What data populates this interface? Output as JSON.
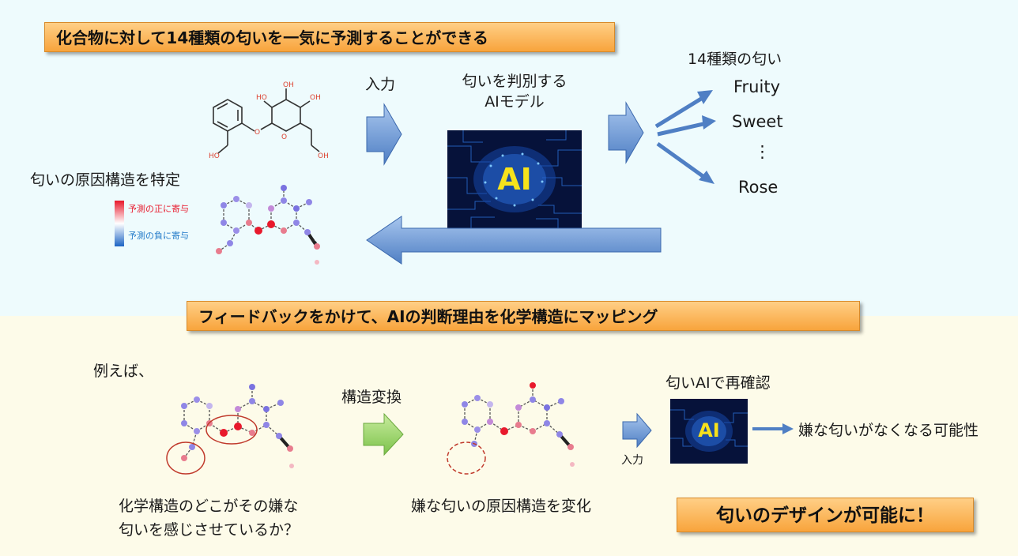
{
  "top": {
    "banner": "化合物に対して14種類の匂いを一気に予測することができる",
    "input_label": "入力",
    "model_label_line1": "匂いを判別する",
    "model_label_line2": "AIモデル",
    "ai_text": "AI",
    "odor_header": "14種類の匂い",
    "odors": [
      "Fruity",
      "Sweet",
      "⋮",
      "Rose"
    ],
    "identify_label": "匂いの原因構造を特定",
    "legend_positive": "予測の正に寄与",
    "legend_negative": "予測の負に寄与",
    "colors": {
      "banner": "#f8a43c",
      "arrow_blue": "#4f7fc4",
      "ai_text": "#f7e21b"
    }
  },
  "bottom": {
    "banner": "フィードバックをかけて、AIの判断理由を化学構造にマッピング",
    "example_label": "例えば、",
    "transform_label": "構造変換",
    "reconfirm_label": "匂いAIで再確認",
    "input_label_small": "入力",
    "ai_text": "AI",
    "result_label": "嫌な匂いがなくなる可能性",
    "question_line1": "化学構造のどこがその嫌な",
    "question_line2": "匂いを感じさせているか？",
    "changed_label": "嫌な匂いの原因構造を変化",
    "design_banner": "匂いのデザインが可能に！",
    "colors": {
      "green_arrow": "#8fd05a"
    }
  }
}
